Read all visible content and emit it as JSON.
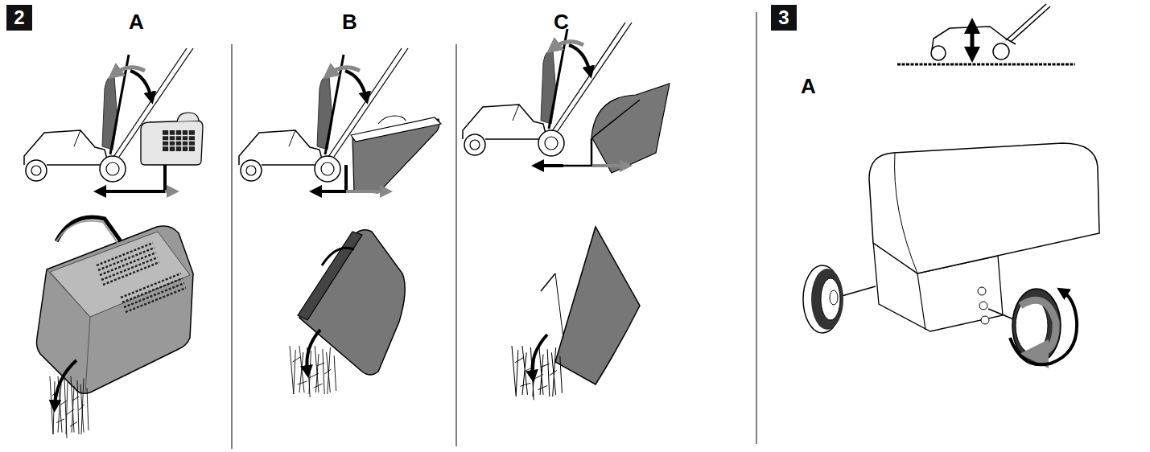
{
  "diagram": {
    "nodes": [
      {
        "text": [
          "2"
        ]
      },
      {
        "text": [
          "3"
        ]
      }
    ],
    "labels": [
      "A",
      "B",
      "C",
      "A"
    ]
  }
}
